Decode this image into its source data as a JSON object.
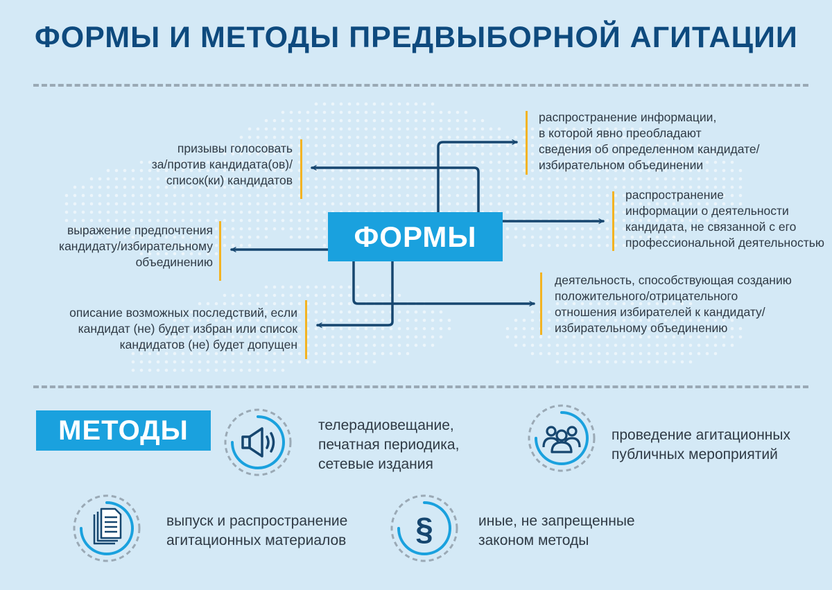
{
  "title": "ФОРМЫ И МЕТОДЫ ПРЕДВЫБОРНОЙ АГИТАЦИИ",
  "forms": {
    "label": "ФОРМЫ",
    "left": [
      "призывы голосовать\nза/против кандидата(ов)/\nсписок(ки) кандидатов",
      "выражение предпочтения\nкандидату/избирательному\nобъединению",
      "описание возможных последствий, если\nкандидат (не) будет избран или список\nкандидатов (не) будет допущен"
    ],
    "right": [
      "распространение информации,\nв которой явно преобладают\nсведения об определенном кандидате/\nизбирательном объединении",
      "распространение\nинформации о деятельности\nкандидата, не связанной с его\nпрофессиональной деятельностью",
      "деятельность, способствующая созданию\nположительного/отрицательного\nотношения избирателей к кандидату/\nизбирательному объединению"
    ]
  },
  "methods": {
    "label": "МЕТОДЫ",
    "items": [
      {
        "text": "телерадиовещание,\nпечатная периодика,\nсетевые издания",
        "icon": "megaphone-icon"
      },
      {
        "text": "проведение агитационных\nпубличных мероприятий",
        "icon": "people-group-icon"
      },
      {
        "text": "выпуск и распространение\nагитационных материалов",
        "icon": "documents-icon"
      },
      {
        "text": "иные, не запрещенные\nзаконом методы",
        "icon": "paragraph-icon"
      }
    ]
  },
  "colors": {
    "background": "#d4e9f6",
    "title": "#0e4a7e",
    "accent_blue": "#1aa1de",
    "arrow": "#16466f",
    "tick": "#f3b322"
  }
}
